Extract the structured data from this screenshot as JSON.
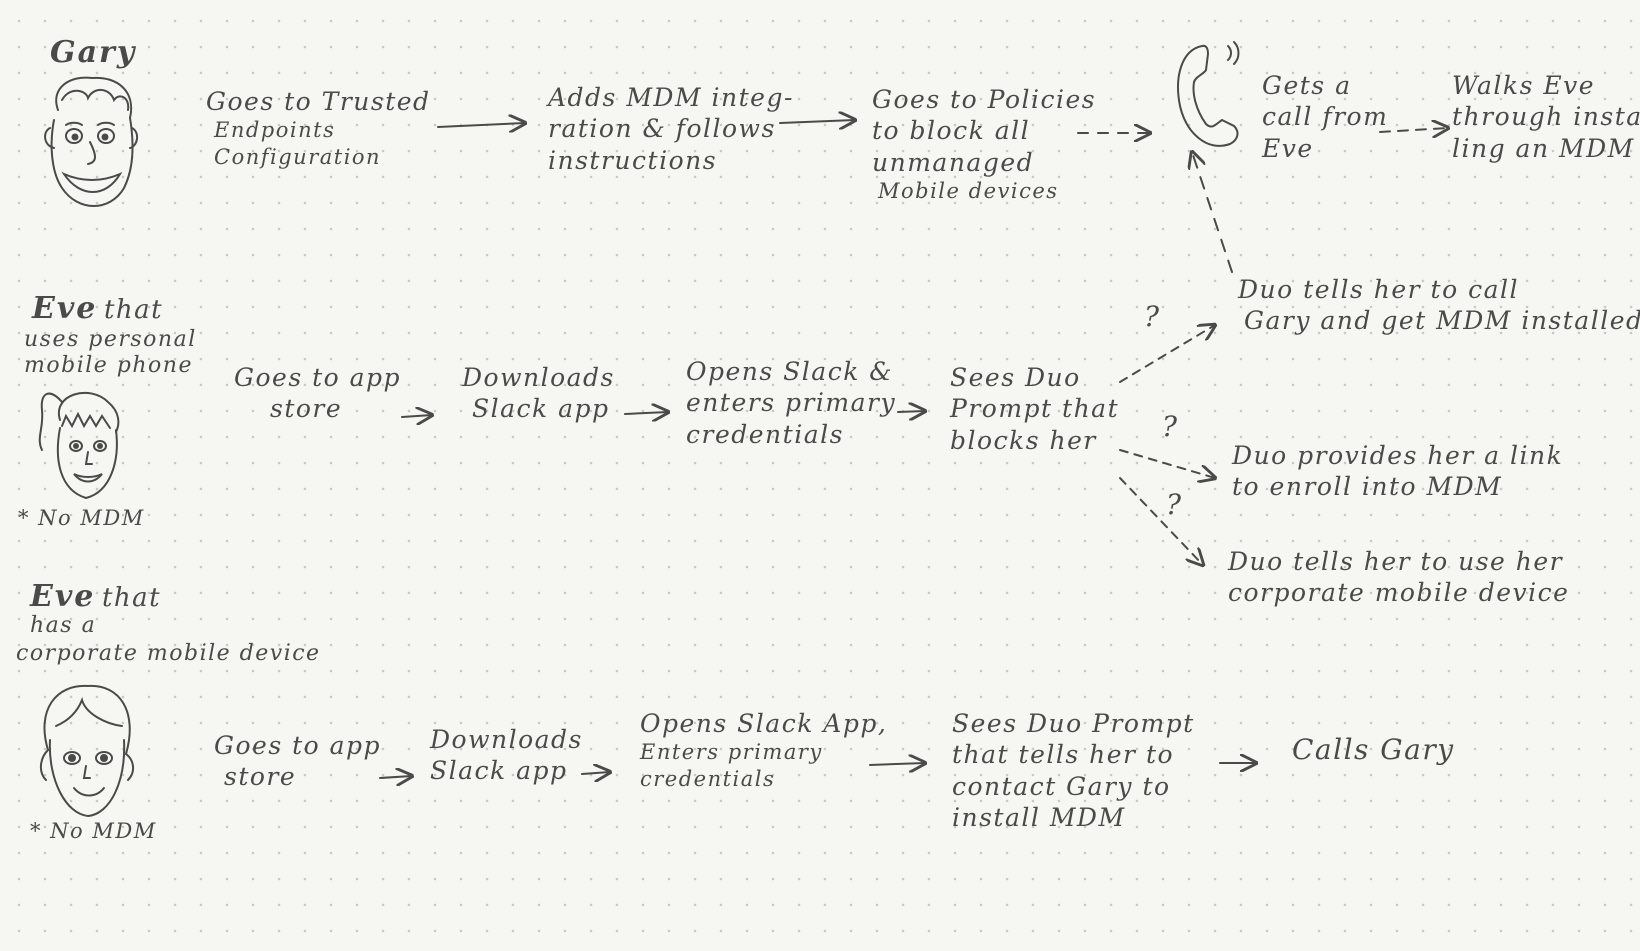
{
  "personas": {
    "gary": {
      "name": "Gary"
    },
    "eve_personal": {
      "name": "Eve",
      "suffix": "that",
      "desc1": "uses personal",
      "desc2": "mobile phone",
      "note": "* No MDM"
    },
    "eve_corporate": {
      "name": "Eve",
      "suffix": "that",
      "desc1": "has a",
      "desc2": "corporate mobile device",
      "note": "* No MDM"
    }
  },
  "row1": {
    "step1": [
      "Goes to Trusted",
      "Endpoints",
      "Configuration"
    ],
    "step2": [
      "Adds MDM integ-",
      "ration & follows",
      "instructions"
    ],
    "step3": [
      "Goes to Policies",
      "to block all",
      "unmanaged",
      "Mobile devices"
    ],
    "step4": [
      "Gets a",
      "call from",
      "Eve"
    ],
    "step5": [
      "Walks Eve",
      "through instal-",
      "ling an MDM"
    ]
  },
  "row2": {
    "step1": [
      "Goes to app",
      "store"
    ],
    "step2": [
      "Downloads",
      "Slack app"
    ],
    "step3": [
      "Opens Slack &",
      "enters primary",
      "credentials"
    ],
    "step4": [
      "Sees Duo",
      "Prompt that",
      "blocks her"
    ],
    "outcome1": [
      "Duo tells her to call",
      "Gary and get MDM installed"
    ],
    "outcome2": [
      "Duo provides her a link",
      "to enroll into MDM"
    ],
    "outcome3": [
      "Duo tells her to use her",
      "corporate mobile device"
    ],
    "question_mark": "?"
  },
  "row3": {
    "step1": [
      "Goes to app",
      "store"
    ],
    "step2": [
      "Downloads",
      "Slack app"
    ],
    "step3": [
      "Opens Slack App,",
      "Enters primary",
      "credentials"
    ],
    "step4": [
      "Sees Duo Prompt",
      "that tells her to",
      "contact Gary to",
      "install MDM"
    ],
    "step5": [
      "Calls Gary"
    ]
  },
  "colors": {
    "pencil": "#4a4a48",
    "paper": "#f6f6f2",
    "dots": "#c9c9c3"
  },
  "icons": [
    "gary-face-icon",
    "eve-ponytail-face-icon",
    "eve-corporate-face-icon",
    "phone-icon"
  ]
}
